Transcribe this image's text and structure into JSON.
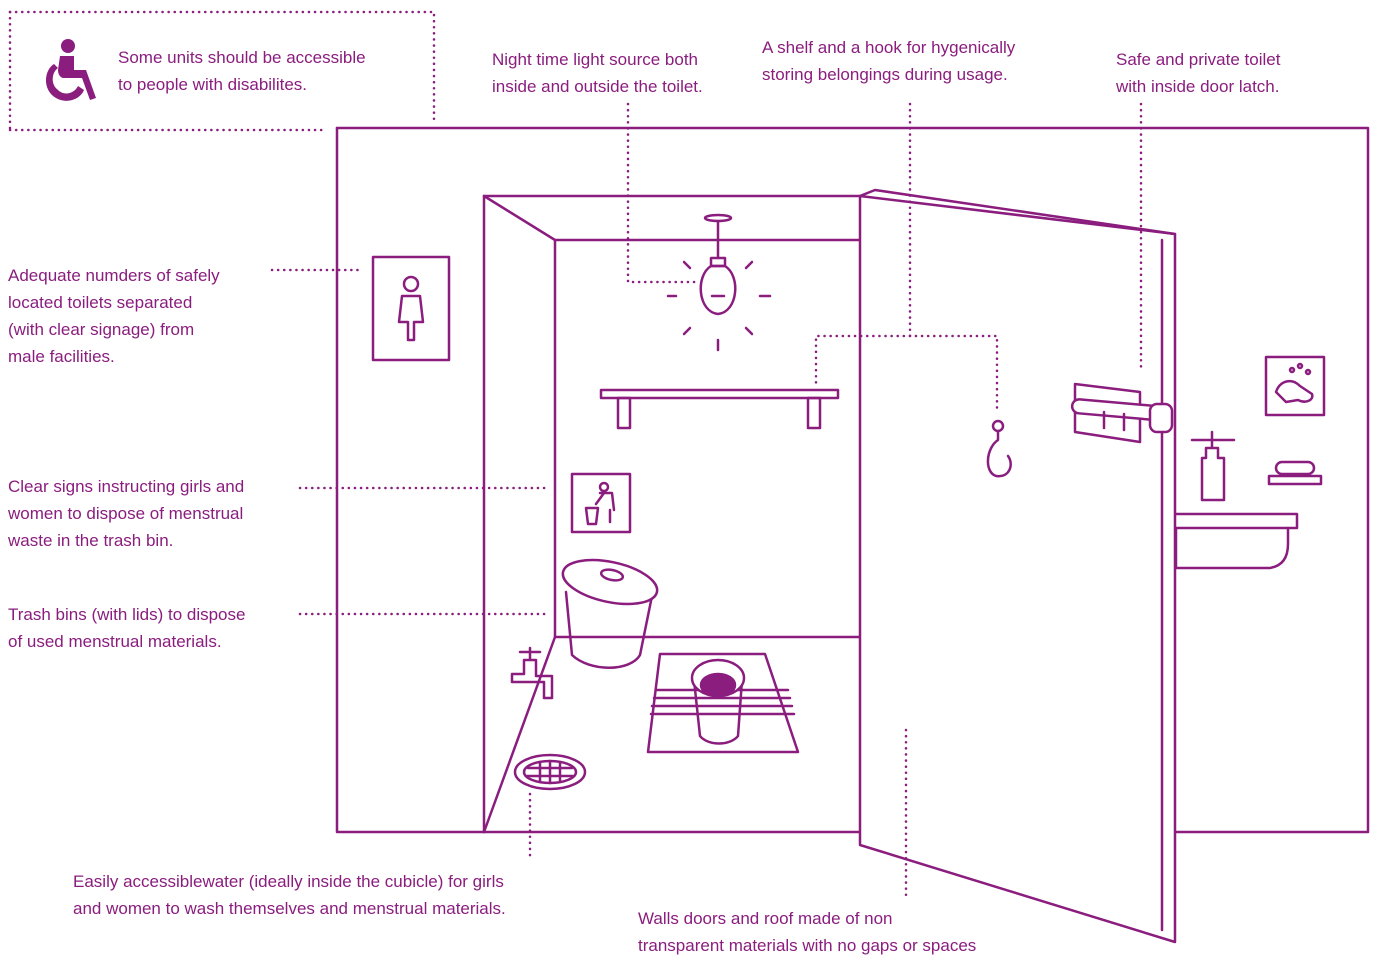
{
  "colors": {
    "accent": "#8a1d7e",
    "background": "#ffffff"
  },
  "icons": [
    "wheelchair-icon",
    "female-toilet-sign-icon",
    "trash-disposal-sign-icon",
    "handwash-sign-icon",
    "light-bulb-icon",
    "hook-icon",
    "door-latch-icon",
    "trash-bin-icon",
    "squat-toilet-icon",
    "water-tap-icon",
    "floor-drain-icon",
    "shelf-icon",
    "sink-icon",
    "soap-icon"
  ],
  "labels": {
    "accessible": {
      "line1": "Some units should be accessible",
      "line2": "to people with disabilites."
    },
    "light": {
      "line1": "Night time light source both",
      "line2": "inside and outside the toilet."
    },
    "shelf": {
      "line1": "A shelf and a hook for hygenically",
      "line2": "storing belongings during usage."
    },
    "latch": {
      "line1": "Safe and private toilet",
      "line2": "with inside door latch."
    },
    "separated": {
      "line1": "Adequate numders of safely",
      "line2": "located toilets separated",
      "line3": "(with clear signage) from",
      "line4": "male facilities."
    },
    "signs": {
      "line1": "Clear signs instructing girls and",
      "line2": "women to dispose of menstrual",
      "line3": "waste in the trash bin."
    },
    "bins": {
      "line1": "Trash bins (with lids) to dispose",
      "line2": "of used menstrual materials."
    },
    "water": {
      "line1": "Easily accessiblewater (ideally inside the cubicle) for girls",
      "line2": "and women to wash themselves and menstrual materials."
    },
    "walls": {
      "line1": "Walls doors and roof made of non",
      "line2": "transparent materials with no gaps or spaces"
    }
  }
}
